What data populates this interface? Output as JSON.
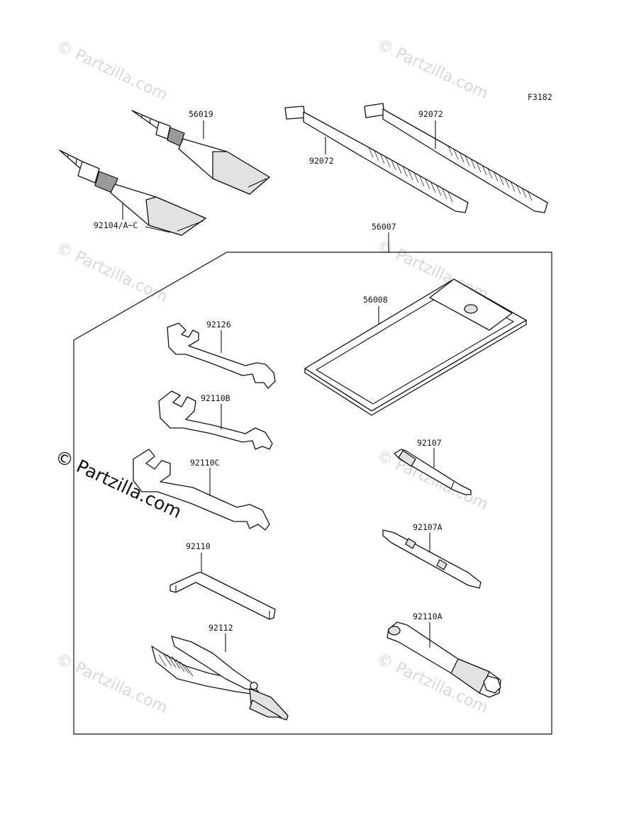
{
  "figure_code": "F3182",
  "watermark": {
    "faint_text": "© Partzilla.com",
    "main_text": "© Partzilla.com"
  },
  "callouts": {
    "grease_small": "56019",
    "grease_large": "92104/A~C",
    "tie_left": "92072",
    "tie_right": "92072",
    "tool_kit": "56007",
    "tool_bag": "56008",
    "wrench_a": "92126",
    "wrench_b": "92110B",
    "wrench_c": "92110C",
    "hex_key": "92110",
    "pliers": "92112",
    "screwdriver": "92107",
    "screwdriver_bit": "92107A",
    "plug_wrench": "92110A"
  },
  "colors": {
    "line": "#111111",
    "watermark": "#d8d8d8",
    "background": "#ffffff"
  }
}
